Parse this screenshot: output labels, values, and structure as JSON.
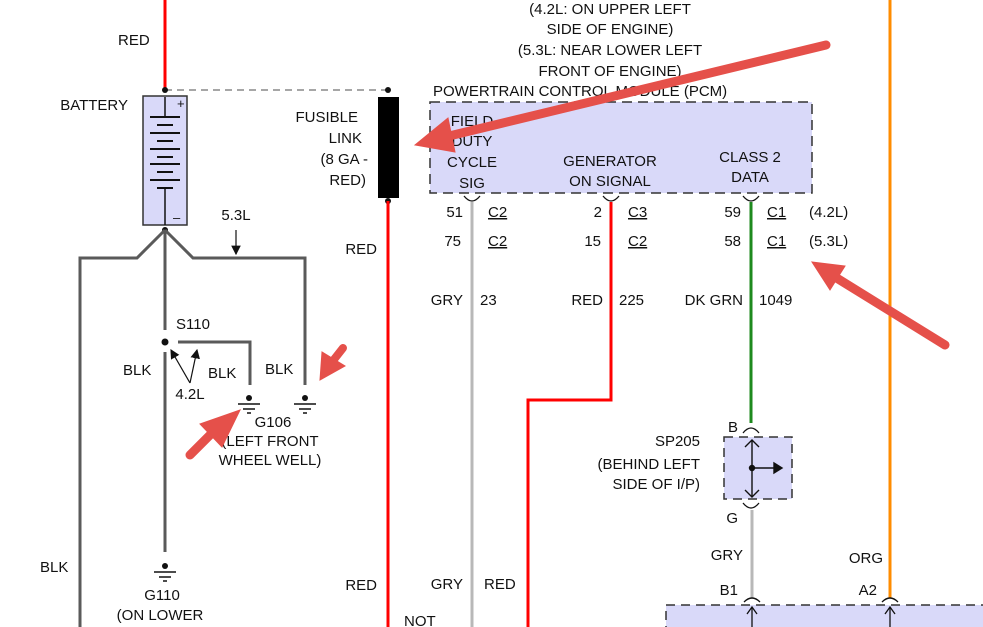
{
  "colors": {
    "red_wire": "#ff0000",
    "gray_wire": "#b8b8b8",
    "ground_wire": "#5a5a5a",
    "green_wire": "#1e8a1e",
    "orange_wire": "#ff8c00",
    "module_fill": "#d9d9f9",
    "annotation_arrow": "#e5504a"
  },
  "battery": {
    "wire_color": "RED",
    "label": "BATTERY",
    "plus": "+",
    "minus": "–"
  },
  "fusible_link": {
    "lines": [
      "FUSIBLE",
      "LINK",
      "(8 GA -",
      "RED)"
    ],
    "wire_color_1": "RED",
    "wire_color_2": "RED",
    "partial_text": "NOT"
  },
  "grounds": {
    "branch_label": "5.3L",
    "splice": "S110",
    "splice_variant": "4.2L",
    "wire_colors": [
      "BLK",
      "BLK",
      "BLK",
      "BLK"
    ],
    "g106": {
      "name": "G106",
      "lines": [
        "(LEFT FRONT",
        "WHEEL WELL)"
      ]
    },
    "g110": {
      "name": "G110",
      "lines": [
        "(ON LOWER"
      ]
    }
  },
  "pcm": {
    "location_lines": [
      "(4.2L: ON UPPER LEFT",
      "SIDE OF ENGINE)",
      "(5.3L: NEAR LOWER LEFT",
      "FRONT OF ENGINE)"
    ],
    "title": "POWERTRAIN CONTROL MODULE (PCM)",
    "circuits": [
      {
        "label_lines": [
          "FIELD",
          "DUTY",
          "CYCLE",
          "SIG"
        ],
        "pins": [
          {
            "pin": "51",
            "connector": "C2"
          },
          {
            "pin": "75",
            "connector": "C2"
          }
        ],
        "wire_color": "GRY",
        "circuit": "23"
      },
      {
        "label_lines": [
          "GENERATOR",
          "ON SIGNAL"
        ],
        "pins": [
          {
            "pin": "2",
            "connector": "C3"
          },
          {
            "pin": "15",
            "connector": "C2"
          }
        ],
        "wire_color": "RED",
        "circuit": "225"
      },
      {
        "label_lines": [
          "CLASS 2",
          "DATA"
        ],
        "pins": [
          {
            "pin": "59",
            "connector": "C1",
            "variant": "(4.2L)"
          },
          {
            "pin": "58",
            "connector": "C1",
            "variant": "(5.3L)"
          }
        ],
        "wire_color": "DK GRN",
        "circuit": "1049"
      }
    ],
    "lower_wire_colors": [
      "GRY",
      "RED"
    ]
  },
  "splice_pack": {
    "name": "SP205",
    "lines": [
      "(BEHIND LEFT",
      "SIDE OF I/P)"
    ],
    "top_pin": "B",
    "bottom_pin": "G"
  },
  "lower_connector": {
    "gray_color": "GRY",
    "gray_pin": "B1",
    "orange_color": "ORG",
    "orange_pin": "A2"
  }
}
